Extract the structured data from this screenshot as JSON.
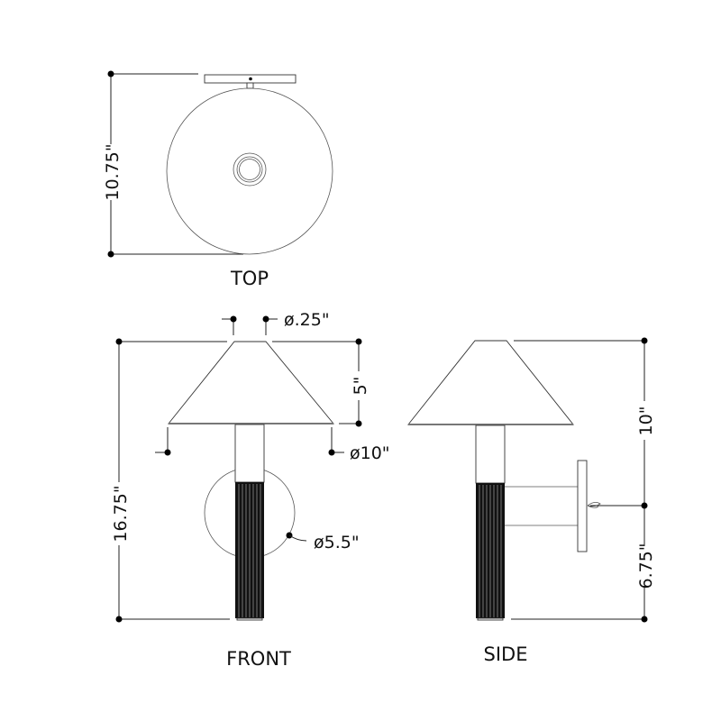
{
  "views": {
    "top": {
      "label": "TOP",
      "depth_dim": "10.75\""
    },
    "front": {
      "label": "FRONT",
      "height_dim": "16.75\"",
      "shade_height_dim": "5\"",
      "shade_top_dim": "ø.25\"",
      "shade_bottom_dim": "ø10\"",
      "backplate_dim": "ø5.5\""
    },
    "side": {
      "label": "SIDE",
      "upper_dim": "10\"",
      "lower_dim": "6.75\""
    }
  },
  "colors": {
    "line": "#222222",
    "fluted": "#111111"
  }
}
